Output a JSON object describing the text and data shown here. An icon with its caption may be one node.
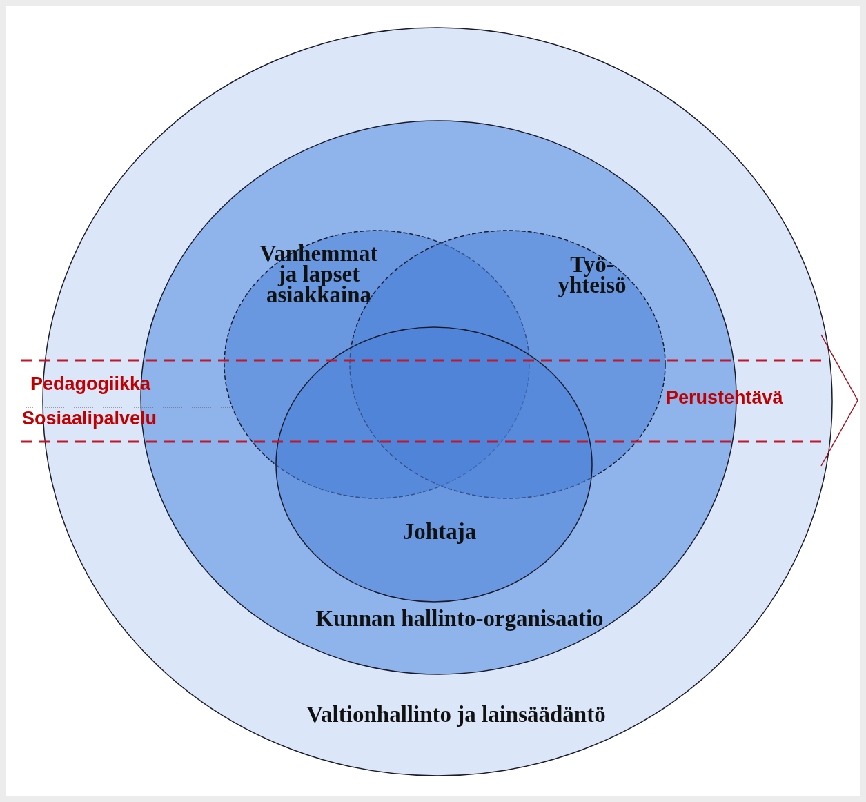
{
  "diagram": {
    "nodes": [
      {
        "text": [
          "Valtionhallinto ja lainsäädäntö"
        ]
      },
      {
        "text": [
          "Kunnan hallinto-organisaatio"
        ],
        "in": 0
      },
      {
        "text": [
          "Vanhemmat ja lapset asiakkaina"
        ],
        "in": 1
      },
      {
        "text": [
          "Työ- yhteisö"
        ],
        "in": 1
      },
      {
        "text": [
          "Johtaja"
        ],
        "in": 1
      },
      {
        "text": [
          "Pedagogiikka",
          "Sosiaalipalvelu",
          "Perustehtävä"
        ]
      }
    ]
  }
}
